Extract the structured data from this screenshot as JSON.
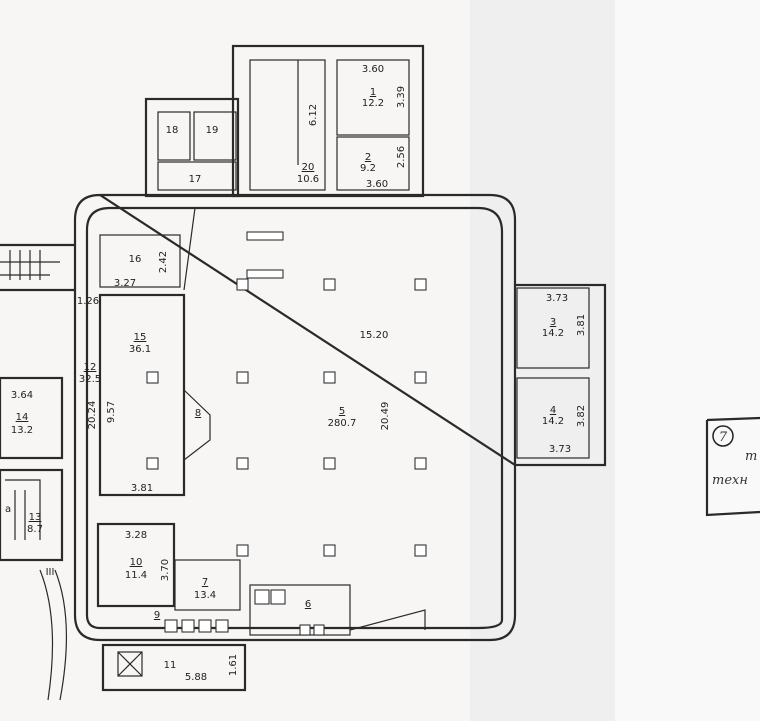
{
  "rooms": [
    {
      "id": "r1",
      "number": "1",
      "area": "12.2"
    },
    {
      "id": "r2",
      "number": "2",
      "area": "9.2"
    },
    {
      "id": "r3",
      "number": "3",
      "area": "14.2"
    },
    {
      "id": "r4",
      "number": "4",
      "area": "14.2"
    },
    {
      "id": "r5",
      "number": "5",
      "area": "280.7"
    },
    {
      "id": "r6",
      "number": "6",
      "area": ""
    },
    {
      "id": "r7",
      "number": "7",
      "area": "13.4"
    },
    {
      "id": "r8",
      "number": "8",
      "area": ""
    },
    {
      "id": "r9",
      "number": "9",
      "area": ""
    },
    {
      "id": "r10",
      "number": "10",
      "area": "11.4"
    },
    {
      "id": "r11",
      "number": "11",
      "area": ""
    },
    {
      "id": "r12",
      "number": "12",
      "area": "32.5"
    },
    {
      "id": "r13",
      "number": "13",
      "area": "8.7"
    },
    {
      "id": "r14",
      "number": "14",
      "area": "13.2"
    },
    {
      "id": "r15",
      "number": "15",
      "area": "36.1"
    },
    {
      "id": "r16",
      "number": "16",
      "area": ""
    },
    {
      "id": "r17",
      "number": "17",
      "area": ""
    },
    {
      "id": "r18",
      "number": "18",
      "area": ""
    },
    {
      "id": "r19",
      "number": "19",
      "area": ""
    },
    {
      "id": "r20",
      "number": "20",
      "area": "10.6"
    }
  ],
  "dimensions": {
    "d_3_60_top": "3.60",
    "d_3_39": "3.39",
    "d_2_56": "2.56",
    "d_3_60_bottom": "3.60",
    "d_6_12": "6.12",
    "d_2_42": "2.42",
    "d_3_27": "3.27",
    "d_1_26": "1.26",
    "d_15_20": "15.20",
    "d_20_49": "20.49",
    "d_3_73_top": "3.73",
    "d_3_81": "3.81",
    "d_3_82": "3.82",
    "d_3_73_bottom": "3.73",
    "d_3_64": "3.64",
    "d_20_24": "20.24",
    "d_9_57": "9.57",
    "d_3_81_b": "3.81",
    "d_3_28": "3.28",
    "d_3_70": "3.70",
    "d_5_88": "5.88",
    "d_1_61": "1.61"
  },
  "markers": {
    "stair_roman": "III",
    "letter_a": "a"
  },
  "legend": {
    "circle_number": "7",
    "line1": "т",
    "line2": "техн"
  },
  "colors": {
    "ink": "#2a2a2a",
    "paper": "#f7f6f4"
  }
}
